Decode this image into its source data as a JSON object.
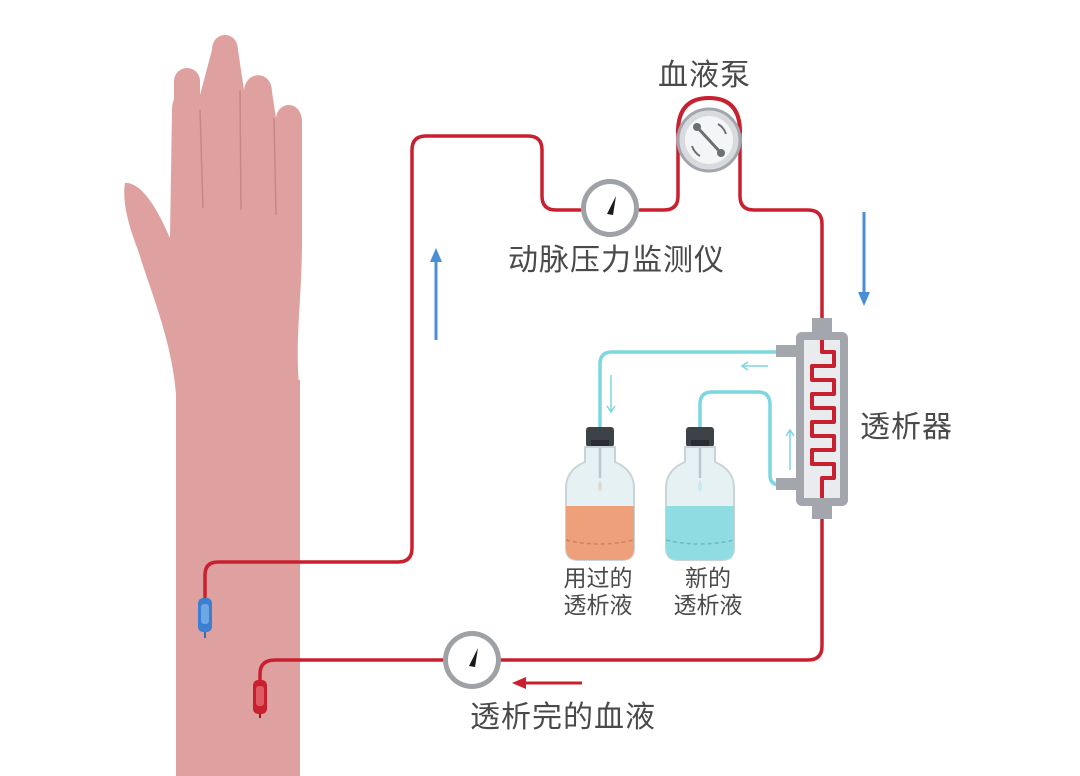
{
  "labels": {
    "blood_pump": "血液泵",
    "arterial_pressure_monitor": "动脉压力监测仪",
    "dialyzer": "透析器",
    "used_dialysate_line1": "用过的",
    "used_dialysate_line2": "透析液",
    "fresh_dialysate_line1": "新的",
    "fresh_dialysate_line2": "透析液",
    "dialyzed_blood": "透析完的血液"
  },
  "colors": {
    "skin": "#dfa19f",
    "blood_tube": "#c8202f",
    "dialysate_tube": "#7dd7e0",
    "flow_arrow_blue": "#4a8ed6",
    "flow_arrow_red": "#c8202f",
    "used_dialysate": "#eda07a",
    "fresh_dialysate": "#8fdde2",
    "dialyzer_casing": "#a3a7ad",
    "gauge_rim": "#9ea2a6",
    "text": "#4a4a4a"
  },
  "icons": {
    "pump": "rotary-pump-icon",
    "gauge": "pressure-gauge-icon",
    "venous_needle": "blue-cannula-icon",
    "arterial_needle": "red-cannula-icon"
  }
}
